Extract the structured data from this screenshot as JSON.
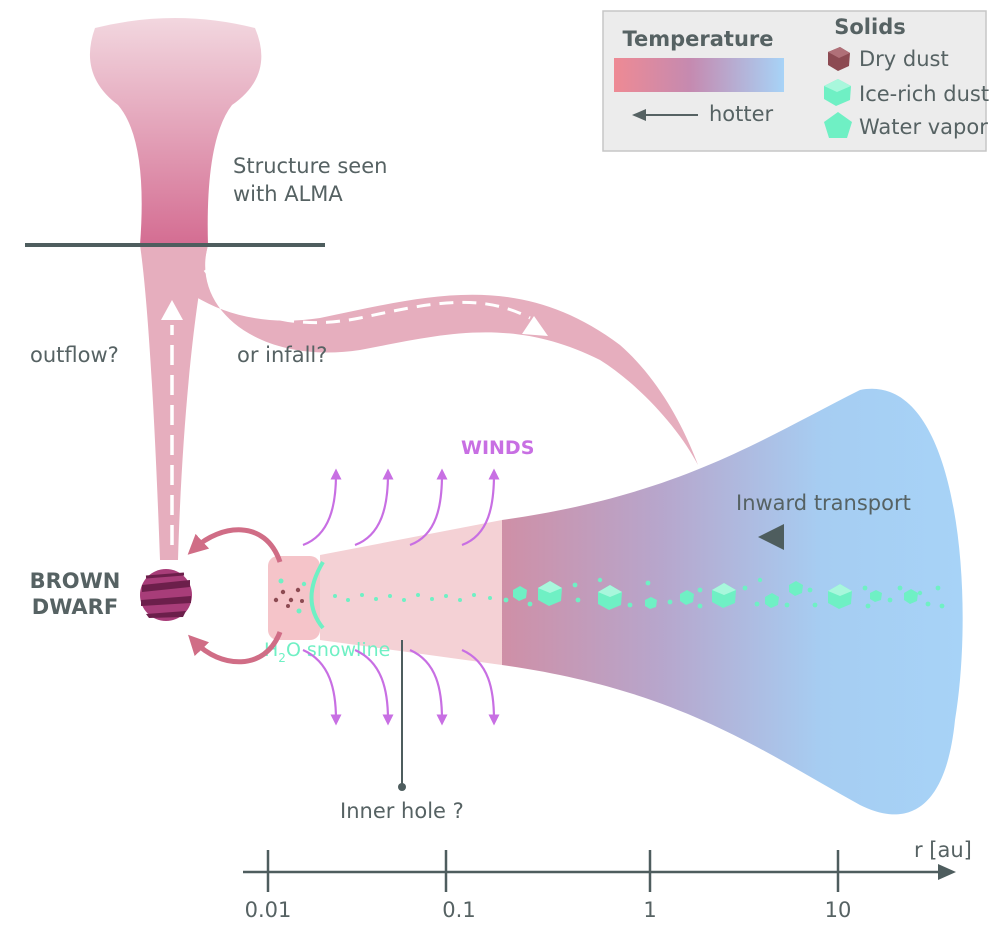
{
  "legend": {
    "temperature_title": "Temperature",
    "hotter_label": "hotter",
    "solids_title": "Solids",
    "items": [
      "Dry dust",
      "Ice-rich dust",
      "Water vapor"
    ]
  },
  "labels": {
    "alma_structure": [
      "Structure seen",
      "with ALMA"
    ],
    "outflow": "outflow?",
    "infall": "or infall?",
    "winds": "WINDS",
    "inward_transport": "Inward transport",
    "brown_dwarf": [
      "BROWN",
      "DWARF"
    ],
    "snowline_prefix": "H",
    "snowline_sub": "2",
    "snowline_suffix": "O snowline",
    "inner_hole": "Inner hole ?"
  },
  "axis": {
    "label": "r [au]",
    "ticks": [
      "0.01",
      "0.1",
      "1",
      "10"
    ]
  },
  "colors": {
    "hot": "#ee8a94",
    "mid": "#c98aa8",
    "cold": "#a7d3f7",
    "pink_stream": "#e6aebe",
    "winds": "#c86fe3",
    "ice": "#6ff0c4",
    "dry_dust": "#8c4a52",
    "text": "#566263"
  }
}
